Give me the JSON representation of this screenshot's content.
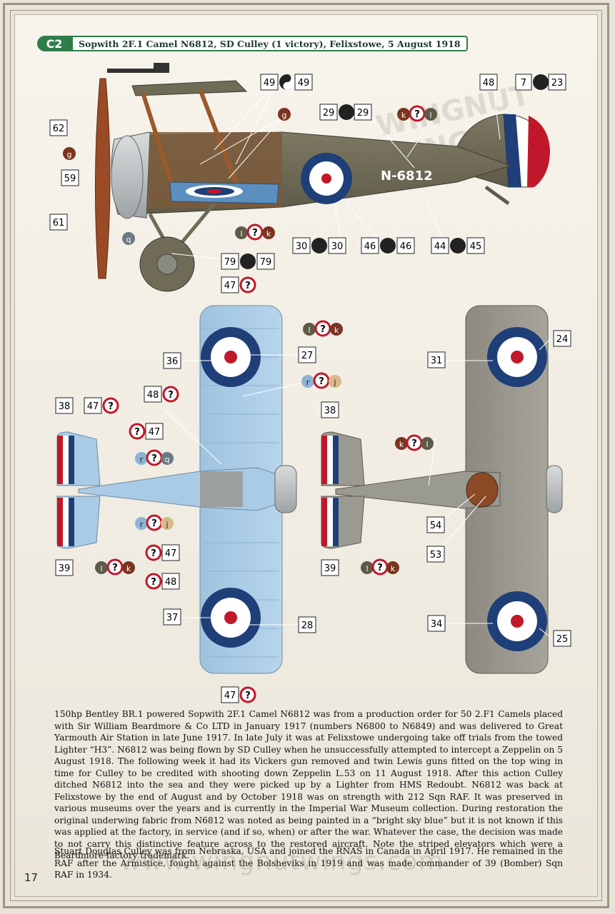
{
  "header": {
    "badge": "C2",
    "title": "Sopwith 2F.1 Camel N6812, SD Culley (1 victory), Felixstowe, 5 August 1918"
  },
  "serial": "N-6812",
  "colors": {
    "pc10": "#6f6b56",
    "sky_blue": "#a9cbe6",
    "grey": "#9a9a93",
    "roundel_blue": "#1f3f78",
    "roundel_red": "#c0182a",
    "green": "#2f7d4a"
  },
  "labels": {
    "side": [
      "49",
      "49",
      "29",
      "29",
      "48",
      "7",
      "23",
      "62",
      "59",
      "61",
      "30",
      "30",
      "46",
      "46",
      "44",
      "45",
      "79",
      "79"
    ],
    "top_view": [
      "47",
      "36",
      "27",
      "38",
      "47",
      "48",
      "47",
      "37",
      "28",
      "47",
      "47",
      "48",
      "39"
    ],
    "bottom_view": [
      "24",
      "31",
      "38",
      "54",
      "53",
      "39",
      "34",
      "25"
    ],
    "letters": [
      "g",
      "g",
      "k",
      "l",
      "q",
      "l",
      "k",
      "l",
      "k",
      "r",
      "j",
      "q",
      "r",
      "j",
      "l",
      "k",
      "k",
      "l",
      "l",
      "k"
    ],
    "question": "?"
  },
  "watermark": "www.wingnutwings.com",
  "logo_watermark": "WINGNUT WINGS",
  "text": {
    "para1": "150hp Bentley BR.1 powered Sopwith 2F.1 Camel N6812 was from a production order for 50 2.F1 Camels placed with Sir William Beardmore & Co LTD in January 1917 (numbers N6800 to N6849) and was delivered to Great Yarmouth Air Station in late June 1917. In late July it was at Felixstowe undergoing take off trials from the towed Lighter “H3”. N6812 was being flown by SD Culley when he unsuccessfully attempted to intercept a Zeppelin on 5 August 1918. The following week it had its Vickers gun removed and twin Lewis guns fitted on the top wing in time for Culley to be credited with shooting down Zeppelin L.53 on 11 August 1918. After this action Culley ditched N6812 into the sea and they were picked up by a Lighter from HMS Redoubt. N6812 was back at Felixstowe by the end of August and by October 1918 was on strength with 212 Sqn RAF. It was preserved in various museums over the years and is currently in the Imperial War Museum collection. During restoration the original underwing fabric from N6812 was noted as being painted in a “bright sky blue” but it is not known if this was applied at the factory, in service (and if so, when) or after the war. Whatever the case, the decision was made to not carry this distinctive feature across to the restored aircraft. Note the striped elevators which were a Beardmore factory trademark.",
    "para2": "Stuart Douglas Culley was from Nebraska, USA and joined the RNAS in Canada in April 1917. He remained in the RAF after the Armistice, fought against the Bolsheviks in 1919 and was made commander of 39 (Bomber) Sqn RAF in 1934."
  },
  "page_number": "17"
}
